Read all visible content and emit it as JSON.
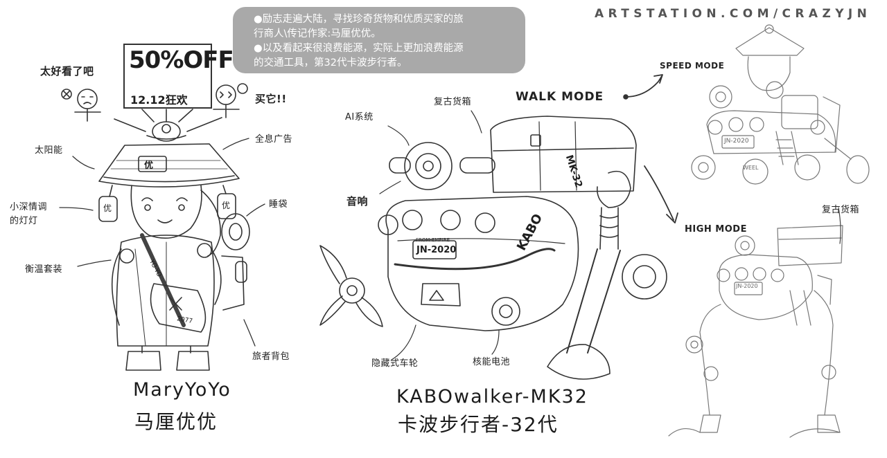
{
  "watermark": "ARTSTATION.COM/CRAZYJN",
  "note": {
    "line1": "●励志走遍大陆，寻找珍奇货物和优质买家的旅",
    "line2": "行商人\\传记作家:马厘优优。",
    "line3": "●以及看起来很浪费能源，实际上更加浪费能源",
    "line4": "的交通工具，第32代卡波步行者。"
  },
  "character": {
    "sign_main": "50%OFF",
    "sign_sub": "12.12狂欢",
    "label_great": "太好看了吧",
    "label_buy": "买它!!",
    "label_solar": "太阳能",
    "label_ad": "全息广告",
    "label_lamp_1": "小深情调",
    "label_lamp_2": "的灯灯",
    "label_sleeping_bag": "睡袋",
    "label_suit": "衡温套装",
    "label_backpack": "旅者背包",
    "hat_tag": "优",
    "lantern_left": "优",
    "lantern_right": "优",
    "badge": "YO-YO",
    "bag_tag": "2077",
    "name_en": "MaryYoYo",
    "name_cn": "马厘优优"
  },
  "walker": {
    "label_ai": "AI系统",
    "label_cargo": "复古货箱",
    "label_speaker": "音响",
    "mode_walk": "WALK MODE",
    "plate_from": "FROM-EMPIRE",
    "plate": "JN-2020",
    "body_text": "KABO",
    "leg_text": "MK-32",
    "label_wheel": "隐藏式车轮",
    "label_battery": "核能电池",
    "name_en": "KABOwalker-MK32",
    "name_cn": "卡波步行者-32代"
  },
  "modes": {
    "speed": "SPEED MODE",
    "high": "HIGH MODE",
    "label_cargo": "复古货箱",
    "plate": "JN-2020",
    "wheel_text": "WEEL"
  }
}
